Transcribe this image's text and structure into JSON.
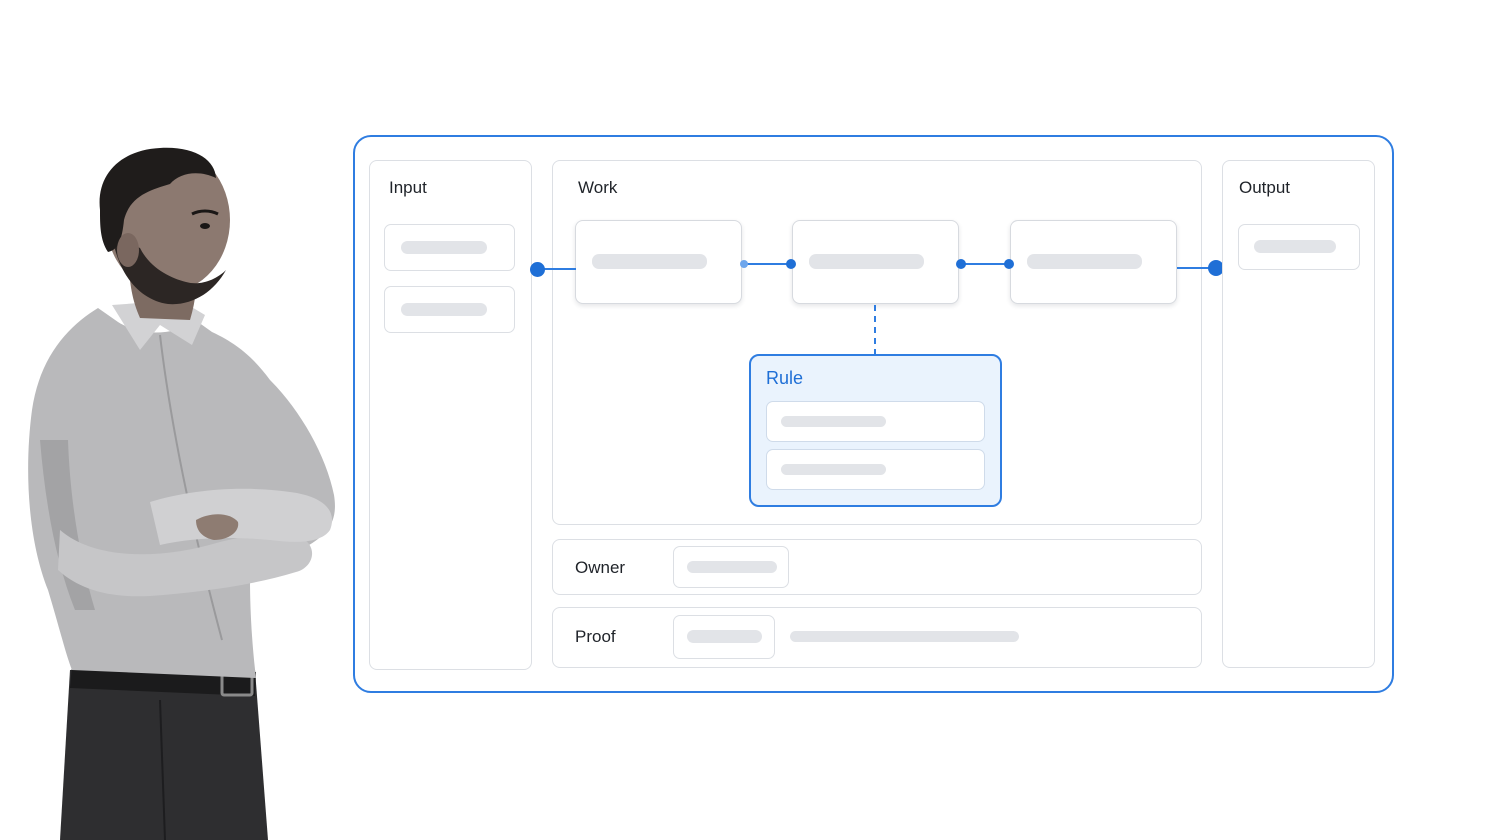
{
  "diagram": {
    "input": {
      "title": "Input",
      "slot_count": 2
    },
    "work": {
      "title": "Work",
      "step_count": 3
    },
    "output": {
      "title": "Output",
      "slot_count": 1
    },
    "rule": {
      "title": "Rule",
      "slot_count": 2
    },
    "owner": {
      "label": "Owner"
    },
    "proof": {
      "label": "Proof"
    }
  },
  "colors": {
    "accent": "#2f7de1",
    "accent_dark": "#1f6fd6",
    "rule_fill": "#eaf3fd",
    "placeholder": "#e2e4e8",
    "border": "#dcdfe4"
  },
  "icons": {
    "person": "person-arms-crossed-illustration"
  }
}
